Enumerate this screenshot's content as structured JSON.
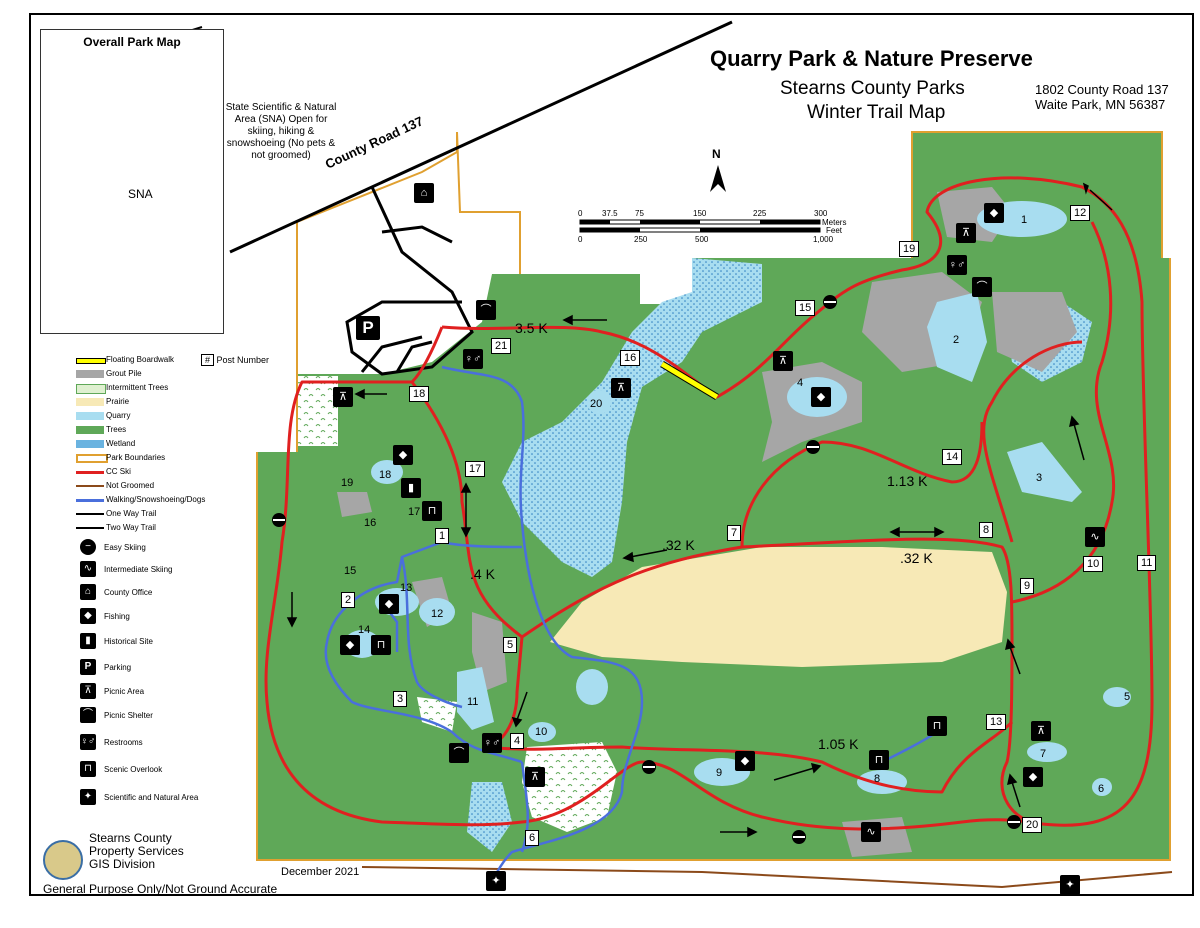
{
  "title": {
    "main": "Quarry Park & Nature Preserve",
    "sub1": "Stearns County Parks",
    "sub2": "Winter Trail Map",
    "address_line1": "1802 County Road 137",
    "address_line2": "Waite Park, MN 56387"
  },
  "sna_note": "State Scientific & Natural Area (SNA) Open for skiing, hiking & snowshoeing (No pets & not groomed)",
  "road_label": "County Road 137",
  "inset": {
    "title": "Overall Park Map",
    "sna_label": "SNA"
  },
  "north_label": "N",
  "scale": {
    "meters_ticks": [
      "0",
      "37.5",
      "75",
      "150",
      "225",
      "300"
    ],
    "meters_unit": "Meters",
    "feet_ticks": [
      "0",
      "250",
      "500",
      "1,000"
    ],
    "feet_unit": "Feet"
  },
  "legend": {
    "post_number_label": "Post Number",
    "post_number_symbol": "#",
    "items": [
      {
        "label": "Floating Boardwalk",
        "color": "#ffff00"
      },
      {
        "label": "Grout Pile",
        "color": "#a6a6a6"
      },
      {
        "label": "Intermittent Trees",
        "color": "#dff0d0"
      },
      {
        "label": "Prairie",
        "color": "#f7e9b6"
      },
      {
        "label": "Quarry",
        "color": "#a8ddf0"
      },
      {
        "label": "Trees",
        "color": "#5fa858"
      },
      {
        "label": "Wetland",
        "color": "#6ab3e0"
      },
      {
        "label": "Park Boundaries",
        "color": "#e0a030"
      },
      {
        "label": "CC Ski",
        "color": "#e02020"
      },
      {
        "label": "Not Groomed",
        "color": "#8b4a1a"
      },
      {
        "label": "Walking/Snowshoeing/Dogs",
        "color": "#4a6fdc"
      },
      {
        "label": "One Way Trail"
      },
      {
        "label": "Two Way Trail"
      }
    ],
    "icons": [
      {
        "label": "Easy Skiing",
        "icon": "easy-skiing-icon"
      },
      {
        "label": "Intermediate Skiing",
        "icon": "intermediate-skiing-icon"
      },
      {
        "label": "County Office",
        "icon": "county-office-icon"
      },
      {
        "label": "Fishing",
        "icon": "fishing-icon"
      },
      {
        "label": "Historical Site",
        "icon": "historical-site-icon"
      },
      {
        "label": "Parking",
        "icon": "parking-icon"
      },
      {
        "label": "Picnic Area",
        "icon": "picnic-area-icon"
      },
      {
        "label": "Picnic Shelter",
        "icon": "picnic-shelter-icon"
      },
      {
        "label": "Restrooms",
        "icon": "restrooms-icon"
      },
      {
        "label": "Scenic Overlook",
        "icon": "scenic-overlook-icon"
      },
      {
        "label": "Scientific and Natural Area",
        "icon": "sna-icon"
      }
    ]
  },
  "distances": [
    "3.5 K",
    "1.13 K",
    ".32 K",
    ".32 K",
    ".4 K",
    "1.05 K"
  ],
  "posts": [
    "1",
    "2",
    "3",
    "4",
    "5",
    "6",
    "7",
    "8",
    "9",
    "10",
    "11",
    "12",
    "13",
    "14",
    "15",
    "16",
    "17",
    "18",
    "19",
    "20",
    "21"
  ],
  "quarries": [
    "1",
    "2",
    "3",
    "4",
    "5",
    "6",
    "7",
    "8",
    "9",
    "10",
    "11",
    "12",
    "13",
    "14",
    "15",
    "16",
    "17",
    "18",
    "19",
    "20"
  ],
  "parking_label": "P",
  "agency": {
    "line1": "Stearns County",
    "line2": "Property Services",
    "line3": "GIS Division"
  },
  "date": "December 2021",
  "disclaimer": "General Purpose Only/Not Ground Accurate",
  "colors": {
    "trees": "#5fa858",
    "ski": "#e02020",
    "walk": "#4a6fdc",
    "boundary": "#e0a030",
    "quarry": "#a8ddf0",
    "wetland": "#6ab3e0",
    "prairie": "#f7e9b6",
    "grout": "#a6a6a6",
    "boardwalk": "#ffff00",
    "not_groomed": "#8b4a1a"
  }
}
